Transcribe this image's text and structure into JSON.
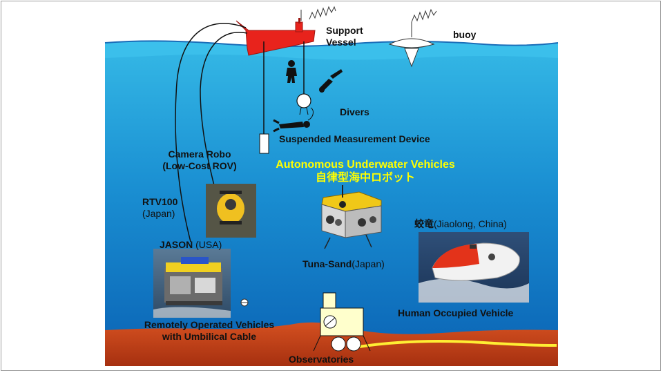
{
  "labels": {
    "support_vessel_line1": "Support",
    "support_vessel_line2": "Vessel",
    "buoy": "buoy",
    "divers": "Divers",
    "suspended_device": "Suspended Measurement Device",
    "camera_robo_line1": "Camera Robo",
    "camera_robo_line2": "(Low-Cost ROV)",
    "auv_title": "Autonomous Underwater Vehicles",
    "auv_title_jp": "自律型海中ロボット",
    "rtv100": "RTV100",
    "rtv100_country": "(Japan)",
    "jason_name": "JASON",
    "jason_country": " (USA)",
    "jiaolong_name": "蛟竜",
    "jiaolong_country": "(Jiaolong, China)",
    "tuna_sand_name": "Tuna-Sand",
    "tuna_sand_country": "(Japan)",
    "hov": "Human Occupied Vehicle",
    "rov_line1": "Remotely Operated Vehicles",
    "rov_line2": "with Umbilical Cable",
    "observatories": "Observatories"
  },
  "colors": {
    "ocean_top": "#35b9e6",
    "ocean_bottom": "#0a62b4",
    "seabed": "#c6421a",
    "vessel": "#e8231c",
    "auv_label": "#ffff00",
    "cable": "#ffee33"
  }
}
